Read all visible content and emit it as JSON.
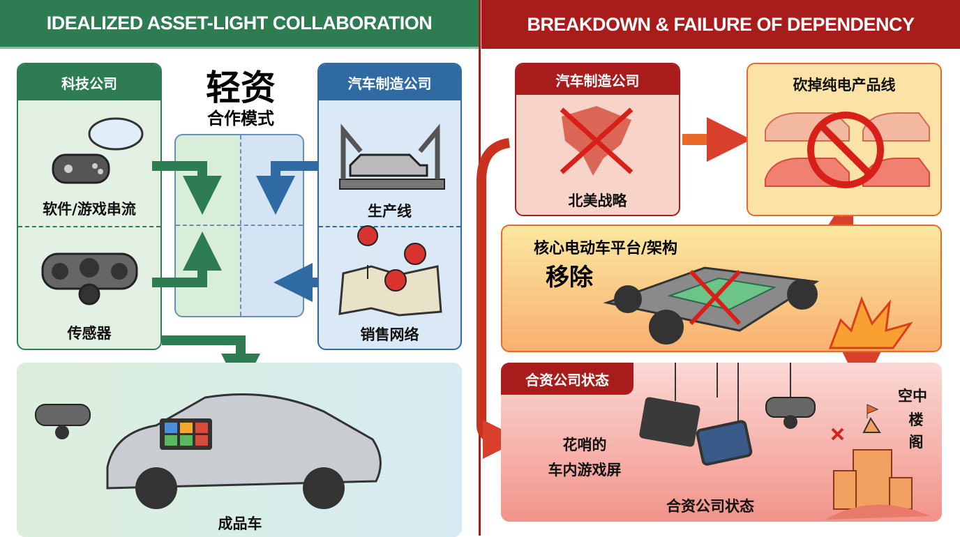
{
  "left_header": "IDEALIZED ASSET-LIGHT COLLABORATION",
  "right_header": "BREAKDOWN & FAILURE OF DEPENDENCY",
  "colors": {
    "green": "#2e7d52",
    "red": "#a81c1c",
    "blue": "#2f6aa3",
    "orange": "#e8692a"
  },
  "left": {
    "tech_company": {
      "title": "科技公司",
      "items": [
        "软件/游戏串流",
        "传感器"
      ]
    },
    "center": {
      "title_big": "轻资",
      "title_small": "合作模式"
    },
    "automaker": {
      "title": "汽车制造公司",
      "items": [
        "生产线",
        "销售网络"
      ]
    },
    "finished_car": "成品车"
  },
  "right": {
    "automaker": {
      "title": "汽车制造公司",
      "label": "北美战略"
    },
    "cut_ev": {
      "title": "砍掉纯电产品线"
    },
    "platform": {
      "title": "核心电动车平台/架构",
      "action": "移除"
    },
    "jv": {
      "tag": "合资公司状态",
      "screens": "花哨的\n车内游戏屏",
      "screens_l1": "花哨的",
      "screens_l2": "车内游戏屏",
      "castle_l1": "空中",
      "castle_l2": "楼",
      "castle_l3": "阁",
      "bottom": "合资公司状态"
    }
  }
}
